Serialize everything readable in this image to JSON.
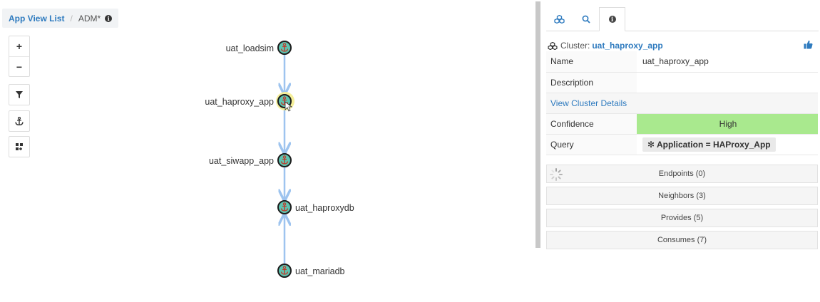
{
  "breadcrumb": {
    "link_label": "App View List",
    "separator": "/",
    "current_label": "ADM*",
    "info_icon": "info-icon"
  },
  "zoom_tools": {
    "zoom_in": "+",
    "zoom_out": "−"
  },
  "tools": [
    "filter-icon",
    "anchor-icon",
    "pin-icon"
  ],
  "graph": {
    "nodes": [
      {
        "label": "uat_loadsim",
        "label_side": "left"
      },
      {
        "label": "uat_haproxy_app",
        "label_side": "left",
        "highlighted": true
      },
      {
        "label": "uat_siwapp_app",
        "label_side": "left"
      },
      {
        "label": "uat_haproxydb",
        "label_side": "right"
      },
      {
        "label": "uat_mariadb",
        "label_side": "right"
      }
    ],
    "colors": {
      "node_fill": "#5ec4b0",
      "node_stroke": "#1c1c1c",
      "edge": "#9ec4ef",
      "highlight": "#f5ef9a"
    }
  },
  "tabs": [
    {
      "icon": "cluster-icon",
      "active": false
    },
    {
      "icon": "search-icon",
      "active": false
    },
    {
      "icon": "info-icon",
      "active": true
    }
  ],
  "cluster": {
    "prefix": "Cluster:",
    "name": "uat_haproxy_app",
    "icon": "cluster-icon",
    "like_icon": "thumbs-up-icon"
  },
  "details": {
    "name_key": "Name",
    "name_value": "uat_haproxy_app",
    "description_key": "Description",
    "description_value": "",
    "view_link": "View Cluster Details",
    "confidence_key": "Confidence",
    "confidence_value": "High",
    "query_key": "Query",
    "query_value": "✻ Application = HAProxy_App"
  },
  "sections": [
    {
      "label": "Endpoints (0)",
      "loading": true
    },
    {
      "label": "Neighbors (3)",
      "loading": false
    },
    {
      "label": "Provides (5)",
      "loading": false
    },
    {
      "label": "Consumes (7)",
      "loading": false
    }
  ],
  "colors": {
    "accent": "#2f7bbf",
    "confidence_high": "#a9e98e"
  }
}
